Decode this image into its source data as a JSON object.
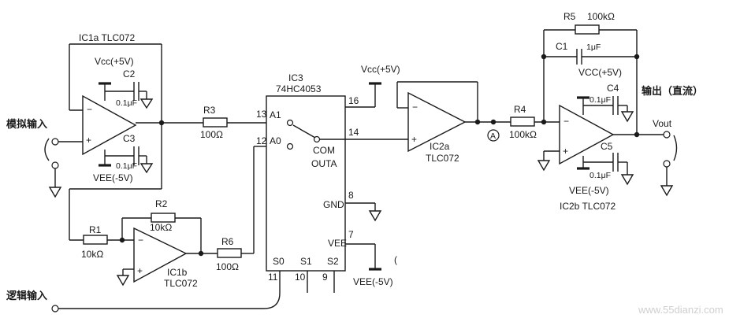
{
  "colors": {
    "ink": "#1a1a1a",
    "watermark": "#cfcfcf",
    "background": "#ffffff"
  },
  "inputs": {
    "analog": "模拟输入",
    "logic": "逻辑输入"
  },
  "output": {
    "label": "输出（直流）",
    "vout": "Vout"
  },
  "ic1a": {
    "name": "IC1a  TLC072",
    "vcc": "Vcc(+5V)",
    "vee": "VEE(-5V)"
  },
  "ic1b": {
    "name": "IC1b",
    "part": "TLC072"
  },
  "ic2a": {
    "name": "IC2a",
    "part": "TLC072"
  },
  "ic2b": {
    "name": "IC2b  TLC072",
    "vcc": "VCC(+5V)",
    "vee": "VEE(-5V)"
  },
  "ic3": {
    "name": "IC3",
    "part": "74HC4053",
    "vcc": "Vcc(+5V)",
    "vee": "VEE(-5V)",
    "pins": {
      "a1": "A1",
      "a0": "A0",
      "com": "COM",
      "out": "OUTA",
      "gnd": "GND",
      "vee": "VEE",
      "s0": "S0",
      "s1": "S1",
      "s2": "S2",
      "p13": "13",
      "p12": "12",
      "p16": "16",
      "p14": "14",
      "p8": "8",
      "p7": "7",
      "p11": "11",
      "p10": "10",
      "p9": "9"
    }
  },
  "components": {
    "r1": {
      "ref": "R1",
      "value": "10kΩ"
    },
    "r2": {
      "ref": "R2",
      "value": "10kΩ"
    },
    "r3": {
      "ref": "R3",
      "value": "100Ω"
    },
    "r4": {
      "ref": "R4",
      "value": "100kΩ"
    },
    "r5": {
      "ref": "R5",
      "value": "100kΩ"
    },
    "r6": {
      "ref": "R6",
      "value": "100Ω"
    },
    "c1": {
      "ref": "C1",
      "value": "1μF"
    },
    "c2": {
      "ref": "C2",
      "value": "0.1μF"
    },
    "c3": {
      "ref": "C3",
      "value": "0.1μF"
    },
    "c4": {
      "ref": "C4",
      "value": "0.1μF"
    },
    "c5": {
      "ref": "C5",
      "value": "0.1μF"
    }
  },
  "node_a": "A",
  "watermark": "www.55dianzi.com"
}
